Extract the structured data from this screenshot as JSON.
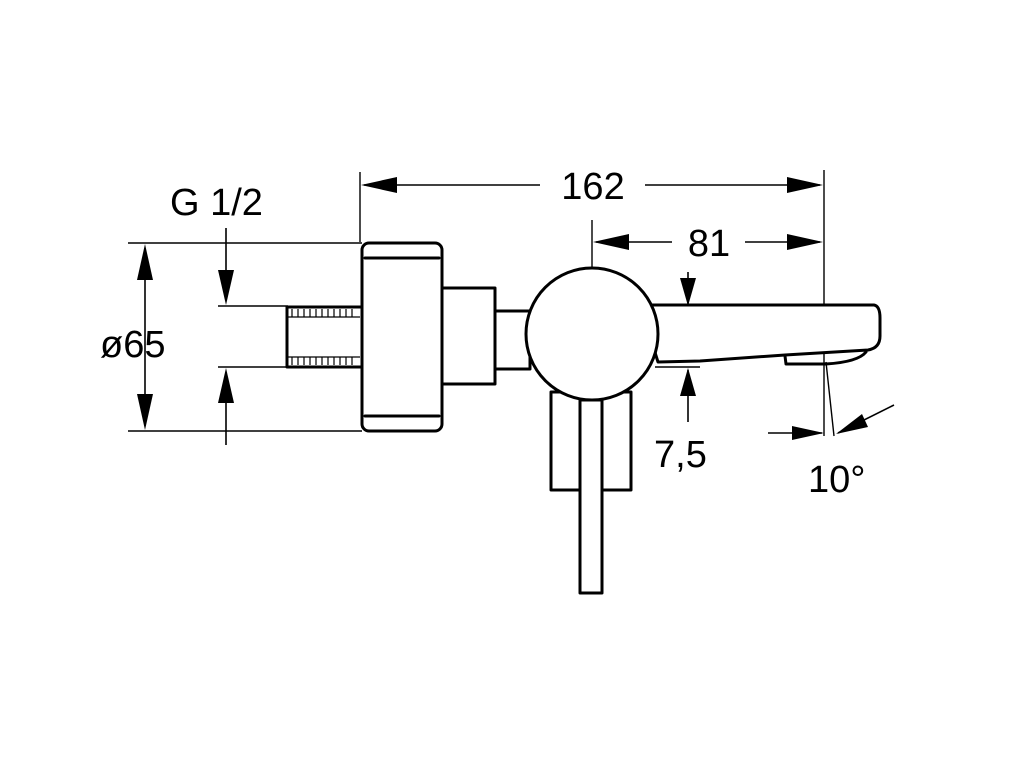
{
  "colors": {
    "line": "#000000",
    "background": "#ffffff"
  },
  "dimensions": {
    "thread_size": "G 1/2",
    "diameter": "ø65",
    "overall_length": "162",
    "spout_length": "81",
    "spout_height": "7,5",
    "spout_angle": "10°"
  }
}
